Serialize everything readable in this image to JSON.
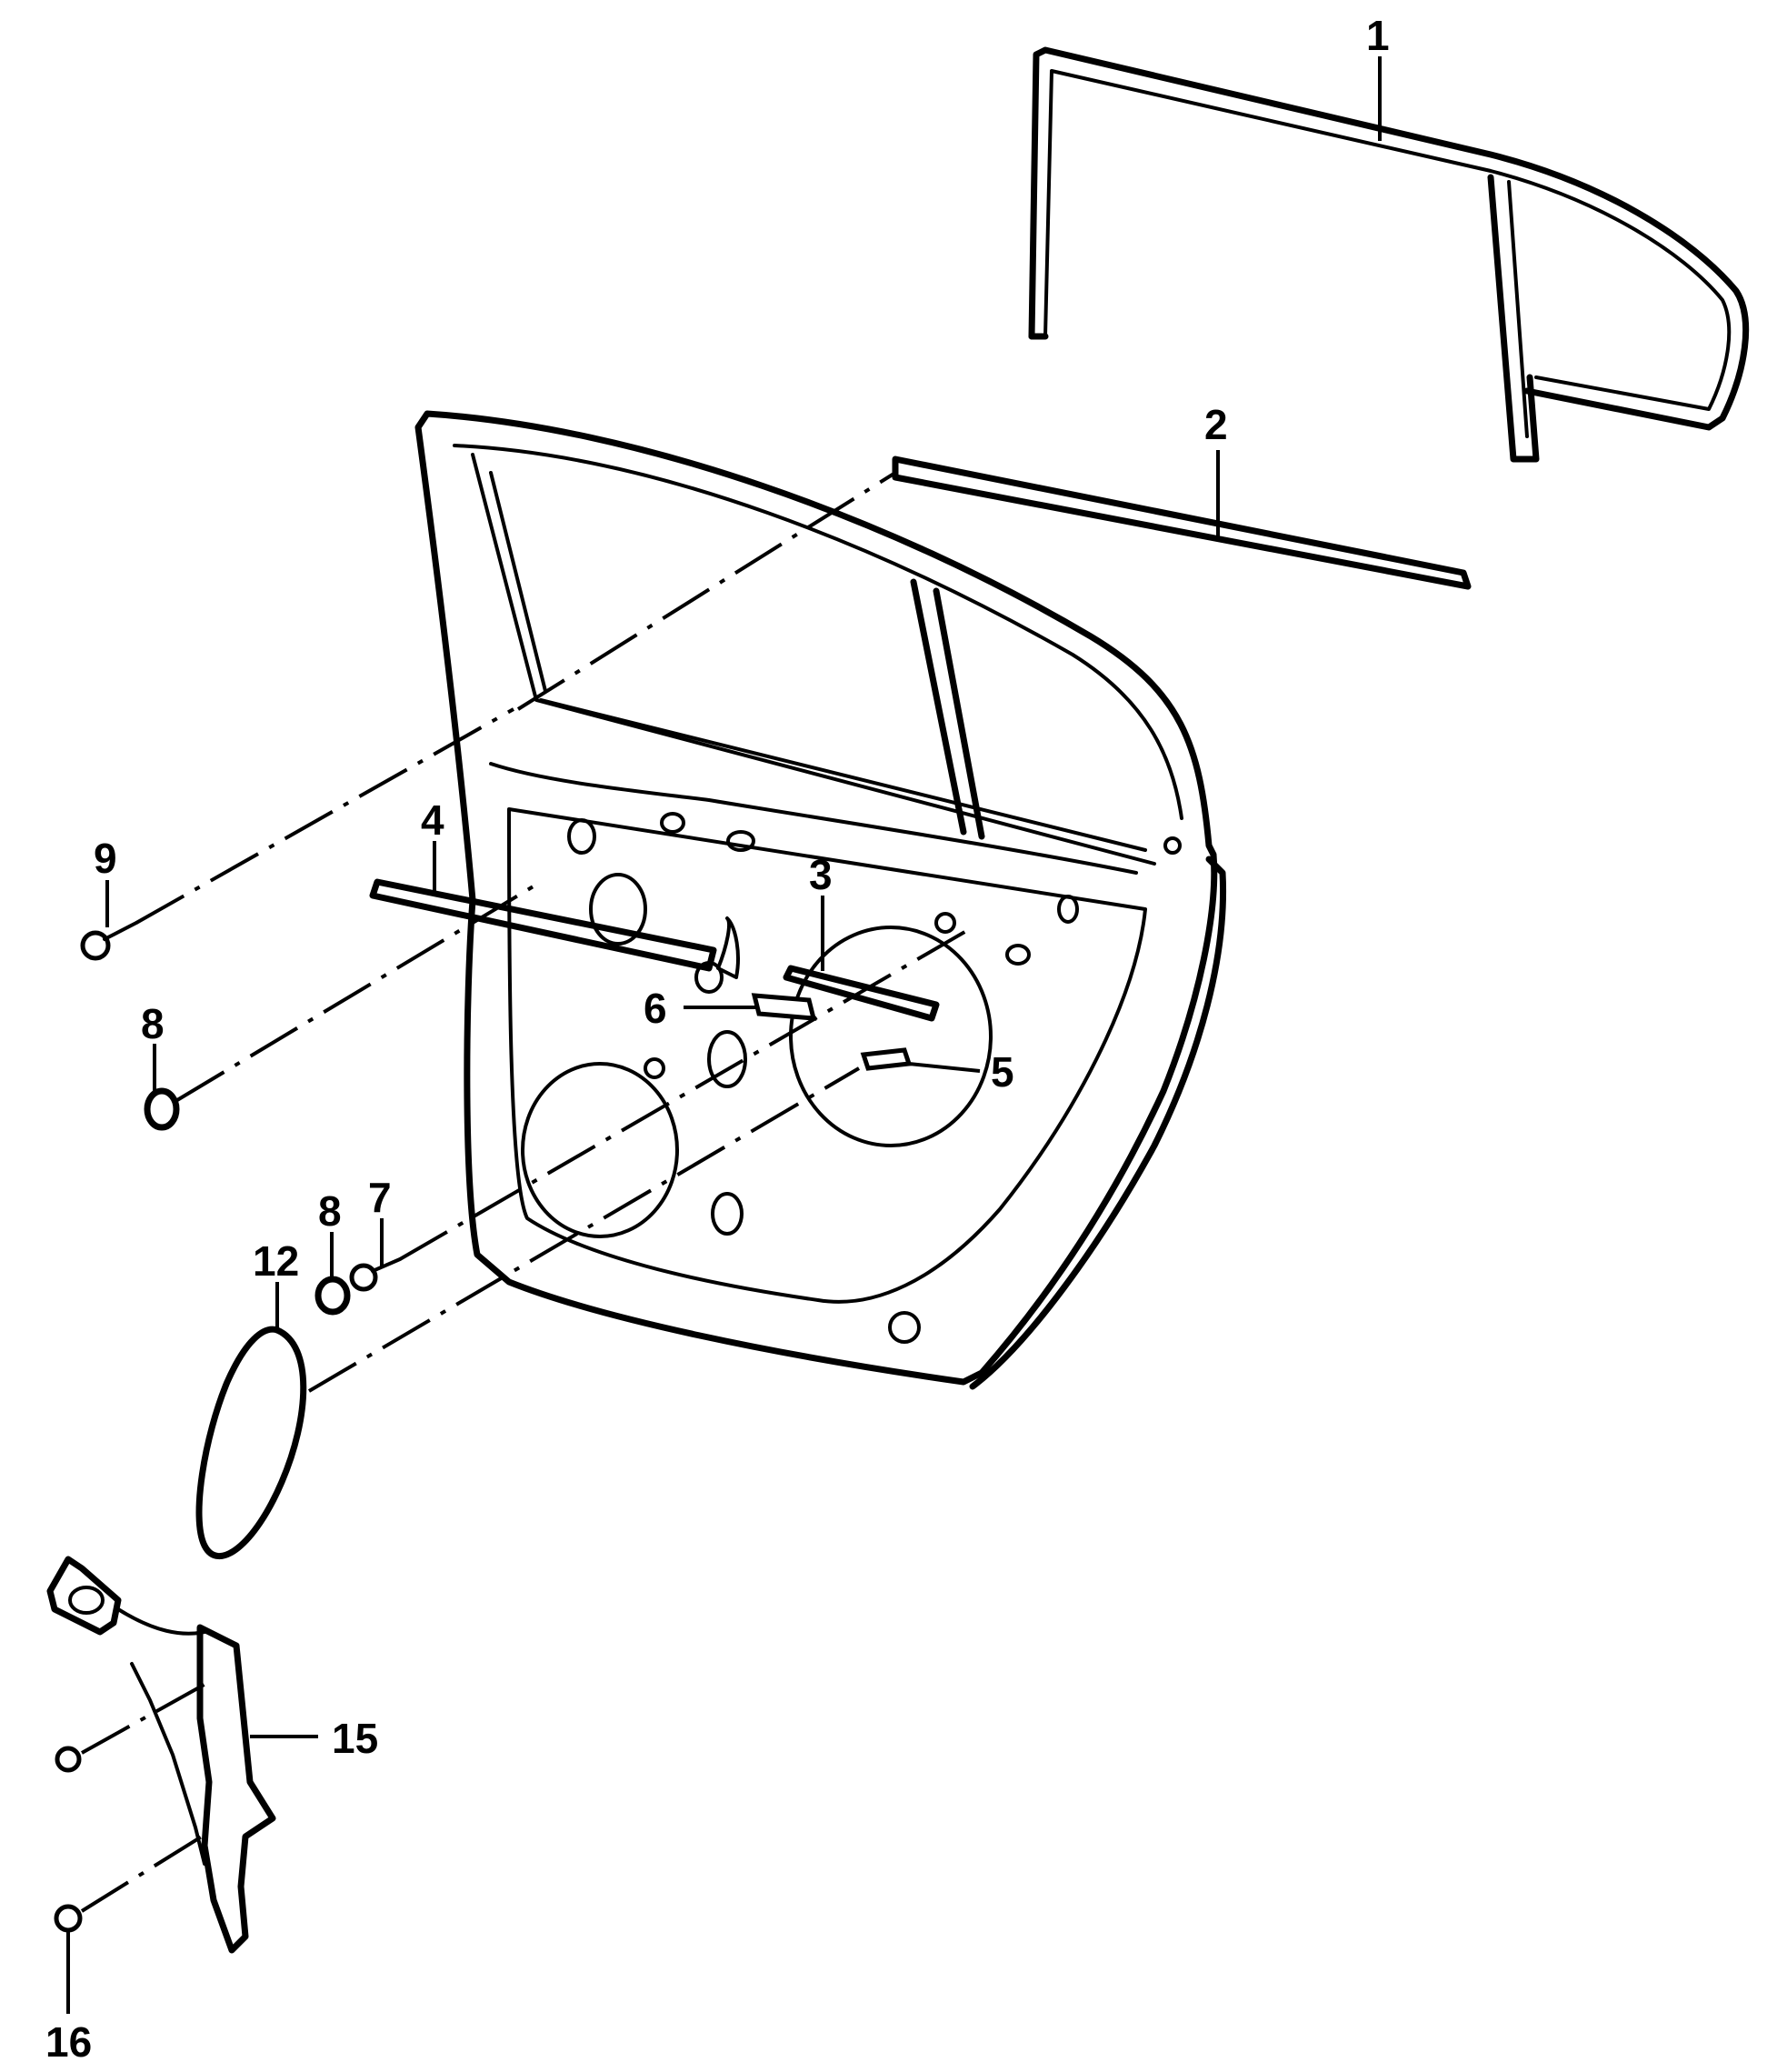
{
  "callouts": [
    {
      "id": "1",
      "label": "1"
    },
    {
      "id": "2",
      "label": "2"
    },
    {
      "id": "3",
      "label": "3"
    },
    {
      "id": "4",
      "label": "4"
    },
    {
      "id": "5",
      "label": "5"
    },
    {
      "id": "6",
      "label": "6"
    },
    {
      "id": "7",
      "label": "7"
    },
    {
      "id": "8a",
      "label": "8"
    },
    {
      "id": "8b",
      "label": "8"
    },
    {
      "id": "9",
      "label": "9"
    },
    {
      "id": "12",
      "label": "12"
    },
    {
      "id": "15",
      "label": "15"
    },
    {
      "id": "16",
      "label": "16"
    }
  ]
}
